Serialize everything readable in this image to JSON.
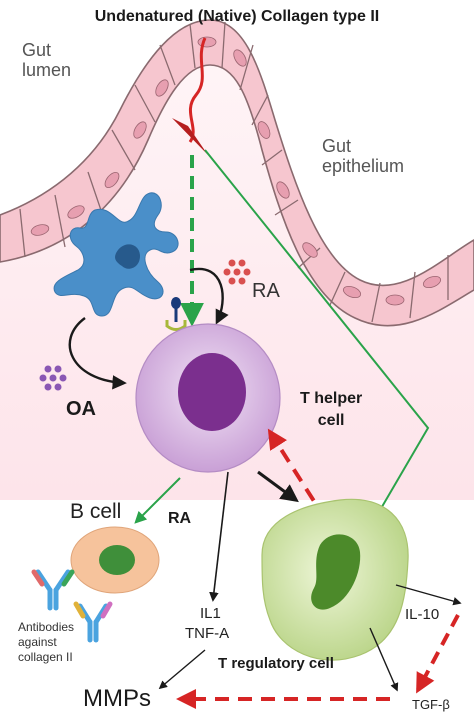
{
  "title": "Undenatured (Native) Collagen type II",
  "labels": {
    "gut_lumen": [
      "Gut",
      "lumen"
    ],
    "gut_epithelium": [
      "Gut",
      "epithelium"
    ],
    "ra_top": "RA",
    "oa": "OA",
    "t_helper": [
      "T helper",
      "cell"
    ],
    "b_cell": "B cell",
    "ra_mid": "RA",
    "antibodies": [
      "Antibodies",
      "against",
      "collagen II"
    ],
    "il1": "IL1",
    "tnfa": "TNF-A",
    "il10": "IL-10",
    "t_regulatory": "T regulatory cell",
    "mmps": "MMPs",
    "tgfb": "TGF-β"
  },
  "colors": {
    "epithelium_fill": "#f6c6cf",
    "epithelium_stroke": "#8a6a6f",
    "nucleus": "#e79fb0",
    "dendritic_cell": "#4a8fc9",
    "t_helper_outer": "#d8b6e0",
    "t_helper_nucleus": "#7b2f8e",
    "b_cell_outer": "#f6c39c",
    "b_cell_nucleus": "#3f8f3a",
    "t_reg_outer": "#cfe3a4",
    "t_reg_nucleus": "#4c8a2a",
    "green_arrow": "#2aa34a",
    "red_arrow": "#d62525",
    "black_arrow": "#1a1a1a",
    "dots": "#8a57b4",
    "ra_dots": "#d9504f"
  }
}
